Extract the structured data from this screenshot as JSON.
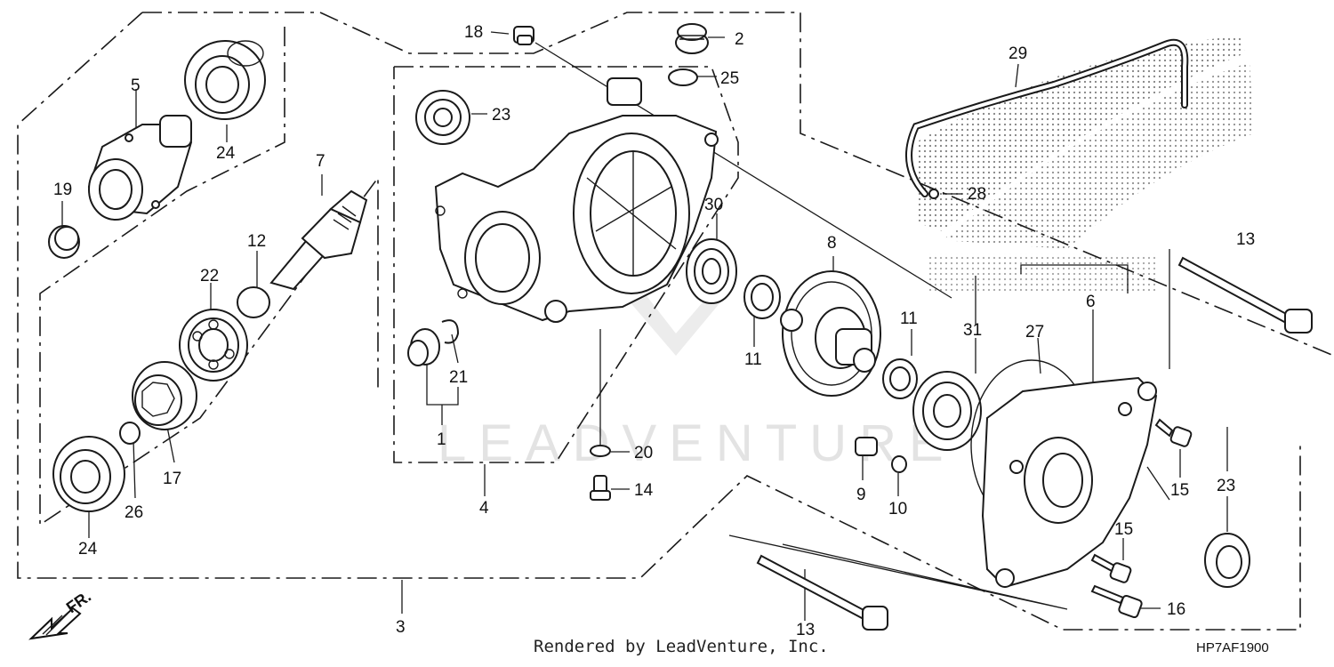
{
  "diagram": {
    "callouts": [
      {
        "id": "c18",
        "text": "18"
      },
      {
        "id": "c2",
        "text": "2"
      },
      {
        "id": "c25",
        "text": "25"
      },
      {
        "id": "c29",
        "text": "29"
      },
      {
        "id": "c5",
        "text": "5"
      },
      {
        "id": "c24a",
        "text": "24"
      },
      {
        "id": "c23a",
        "text": "23"
      },
      {
        "id": "c19",
        "text": "19"
      },
      {
        "id": "c7",
        "text": "7"
      },
      {
        "id": "c28",
        "text": "28"
      },
      {
        "id": "c30",
        "text": "30"
      },
      {
        "id": "c13a",
        "text": "13"
      },
      {
        "id": "c12",
        "text": "12"
      },
      {
        "id": "c8",
        "text": "8"
      },
      {
        "id": "c22",
        "text": "22"
      },
      {
        "id": "c6",
        "text": "6"
      },
      {
        "id": "c11a",
        "text": "11"
      },
      {
        "id": "c11b",
        "text": "11"
      },
      {
        "id": "c31",
        "text": "31"
      },
      {
        "id": "c27",
        "text": "27"
      },
      {
        "id": "c21",
        "text": "21"
      },
      {
        "id": "c1",
        "text": "1"
      },
      {
        "id": "c17",
        "text": "17"
      },
      {
        "id": "c20",
        "text": "20"
      },
      {
        "id": "c14",
        "text": "14"
      },
      {
        "id": "c9",
        "text": "9"
      },
      {
        "id": "c10",
        "text": "10"
      },
      {
        "id": "c15a",
        "text": "15"
      },
      {
        "id": "c23b",
        "text": "23"
      },
      {
        "id": "c26",
        "text": "26"
      },
      {
        "id": "c4",
        "text": "4"
      },
      {
        "id": "c24b",
        "text": "24"
      },
      {
        "id": "c15b",
        "text": "15"
      },
      {
        "id": "c16",
        "text": "16"
      },
      {
        "id": "c3",
        "text": "3"
      },
      {
        "id": "c13b",
        "text": "13"
      }
    ],
    "front_marker": "FR.",
    "watermark": "LEADVENTURE",
    "footer_text": "Rendered by LeadVenture, Inc.",
    "diagram_code": "HP7AF1900"
  }
}
